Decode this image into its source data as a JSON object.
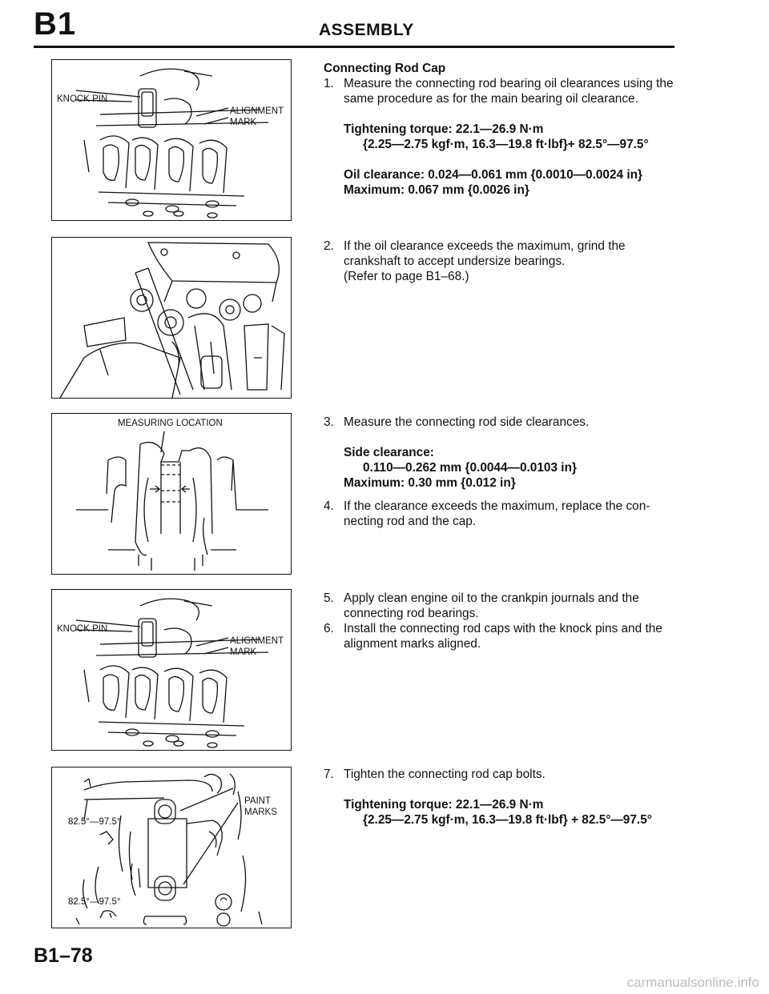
{
  "header": {
    "section_code": "B1",
    "title": "ASSEMBLY"
  },
  "figures": {
    "fig1": {
      "knock_pin": "KNOCK PIN",
      "alignment": "ALIGNMENT",
      "mark": "MARK"
    },
    "fig3": {
      "measuring": "MEASURING LOCATION"
    },
    "fig4": {
      "knock_pin": "KNOCK PIN",
      "alignment": "ALIGNMENT",
      "mark": "MARK"
    },
    "fig5": {
      "paint": "PAINT",
      "marks": "MARKS",
      "angle_top": "82.5°—97.5°",
      "angle_bottom": "82.5°—97.5°"
    }
  },
  "content": {
    "s1": {
      "heading": "Connecting Rod Cap",
      "item1_num": "1.",
      "item1_text": "Measure the connecting rod bearing oil clearances using the same procedure as for the main bearing oil clearance.",
      "torque_line1": "Tightening torque: 22.1—26.9 N·m",
      "torque_line2": "{2.25—2.75 kgf·m, 16.3—19.8 ft·lbf}+ 82.5°—97.5°",
      "oil_line1": "Oil clearance: 0.024—0.061 mm {0.0010—0.0024 in}",
      "oil_line2": "Maximum: 0.067 mm {0.0026 in}"
    },
    "s2": {
      "num": "2.",
      "text": "If the oil clearance exceeds the maximum, grind the crankshaft to accept undersize bearings.",
      "ref": "(Refer to page B1–68.)"
    },
    "s3": {
      "num": "3.",
      "text": "Measure the connecting rod side clearances.",
      "spec_title": "Side clearance:",
      "spec_value": "0.110—0.262 mm {0.0044—0.0103 in}",
      "spec_max": "Maximum: 0.30 mm {0.012 in}",
      "num4": "4.",
      "text4": "If the clearance exceeds the maximum, replace the con-necting rod and the cap."
    },
    "s4": {
      "num5": "5.",
      "text5": "Apply clean engine oil to the crankpin journals and the connecting rod bearings.",
      "num6": "6.",
      "text6": "Install the connecting rod caps with the knock pins and the alignment marks aligned."
    },
    "s5": {
      "num": "7.",
      "text": "Tighten the connecting rod cap bolts.",
      "torque_line1": "Tightening torque: 22.1—26.9 N·m",
      "torque_line2": "{2.25—2.75 kgf·m, 16.3—19.8 ft·lbf} + 82.5°—97.5°"
    }
  },
  "page_number": "B1–78",
  "footer": "carmanualsonline.info"
}
